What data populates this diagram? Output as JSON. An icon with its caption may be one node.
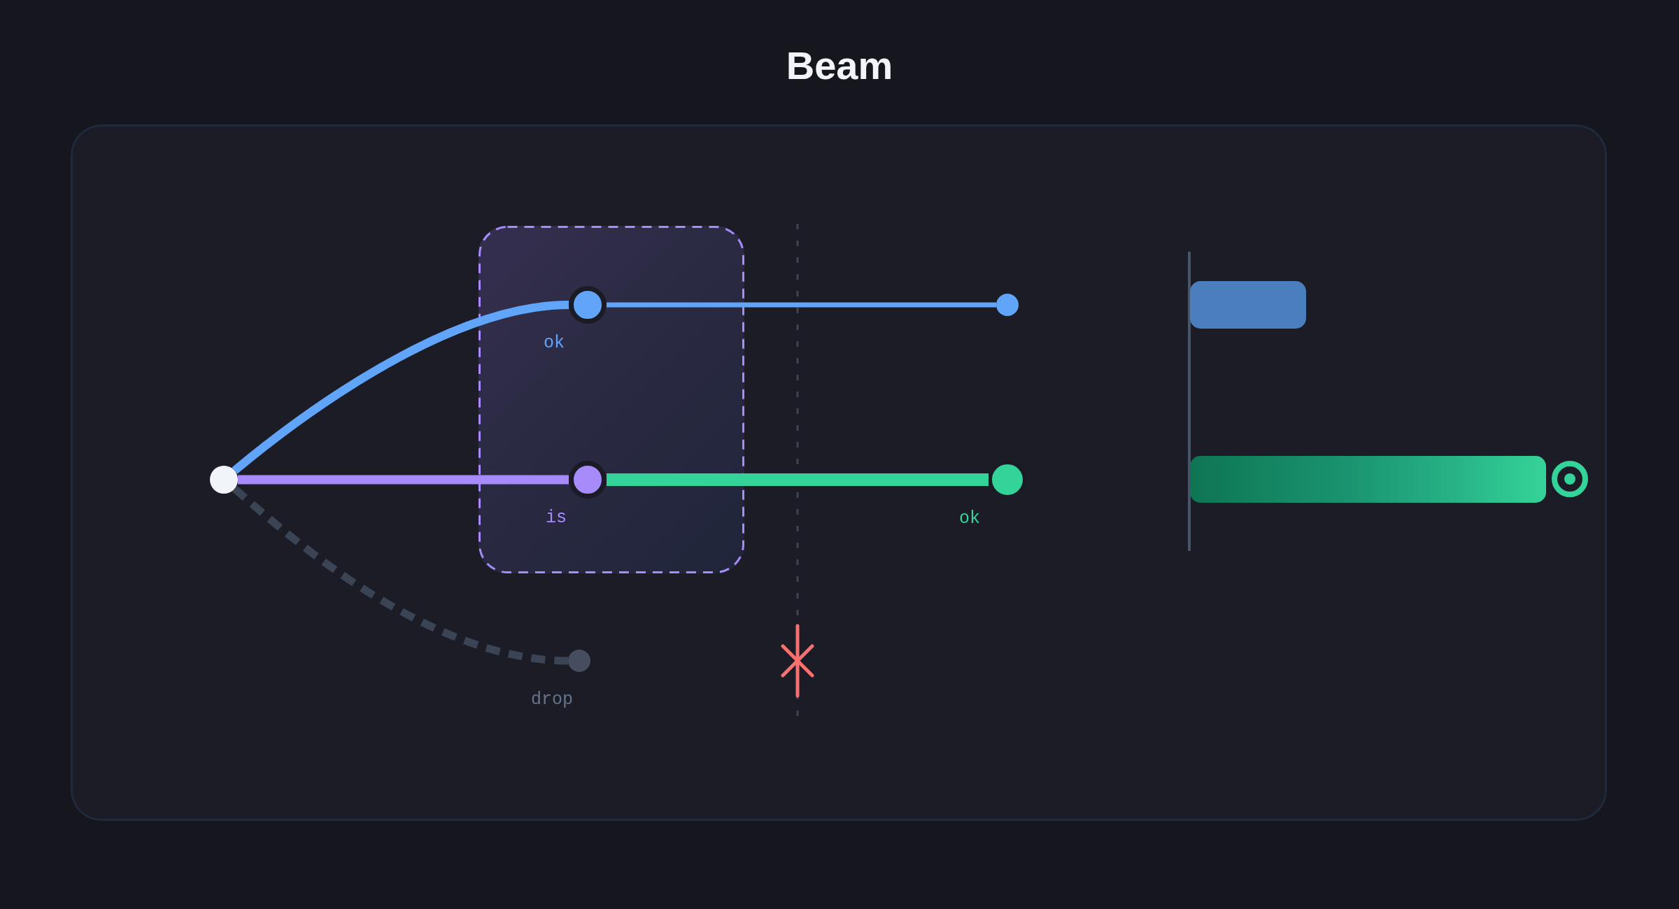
{
  "diagram": {
    "title": "Beam",
    "nodes": [
      {
        "text": [],
        "shape": "circle"
      },
      {
        "text": [],
        "shape": "box"
      },
      {
        "text": [],
        "shape": "circle",
        "beside": [
          "ok"
        ],
        "in": 1
      },
      {
        "text": [],
        "shape": "circle",
        "beside": [
          "is"
        ],
        "in": 1
      },
      {
        "text": [],
        "shape": "circle",
        "beside": [
          "drop"
        ]
      },
      {
        "text": [],
        "shape": "circle"
      },
      {
        "text": [],
        "shape": "circle",
        "beside": [
          "ok"
        ]
      }
    ],
    "edges": [
      {
        "from": 0,
        "to": 2,
        "arrow": "none",
        "color": "#60a5fa"
      },
      {
        "from": 0,
        "to": 3,
        "arrow": "none",
        "color": "#a78bfa"
      },
      {
        "from": 0,
        "to": 4,
        "arrow": "none",
        "style": "dashed",
        "color": "#3b4454"
      },
      {
        "from": 2,
        "to": 5,
        "arrow": "none",
        "color": "#60a5fa"
      },
      {
        "from": 3,
        "to": 6,
        "arrow": "none",
        "color": "#34d399"
      }
    ]
  }
}
